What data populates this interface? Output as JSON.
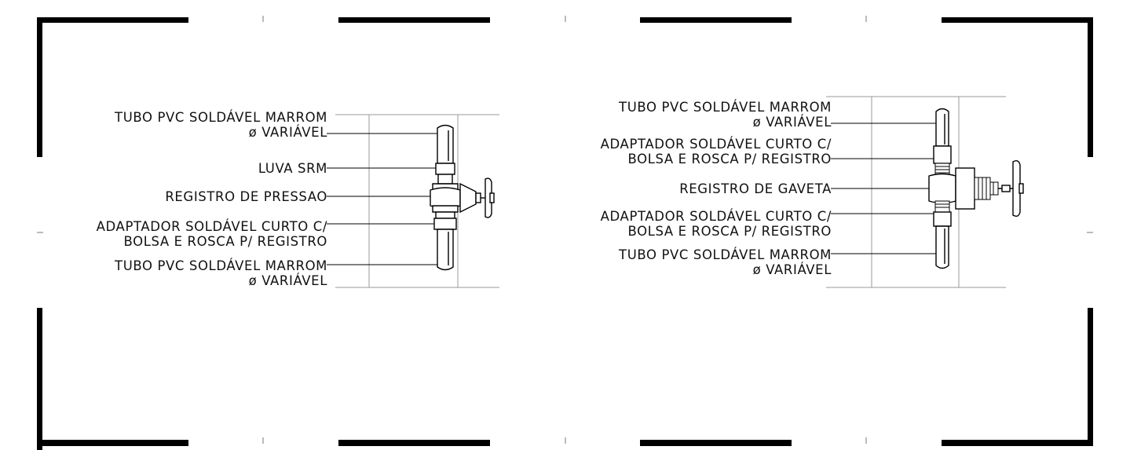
{
  "left_detail": {
    "labels": [
      {
        "line1": "TUBO PVC SOLDÁVEL MARROM",
        "line2": "ø VARIÁVEL"
      },
      {
        "line1": "LUVA SRM"
      },
      {
        "line1": "REGISTRO DE PRESSAO"
      },
      {
        "line1": "ADAPTADOR SOLDÁVEL CURTO C/",
        "line2": "BOLSA E ROSCA P/ REGISTRO"
      },
      {
        "line1": "TUBO PVC SOLDÁVEL MARROM",
        "line2": "ø VARIÁVEL"
      }
    ]
  },
  "right_detail": {
    "labels": [
      {
        "line1": "TUBO PVC SOLDÁVEL MARROM",
        "line2": "ø VARIÁVEL"
      },
      {
        "line1": "ADAPTADOR SOLDÁVEL CURTO C/",
        "line2": "BOLSA E ROSCA P/ REGISTRO"
      },
      {
        "line1": "REGISTRO DE GAVETA"
      },
      {
        "line1": "ADAPTADOR SOLDÁVEL CURTO C/",
        "line2": "BOLSA E ROSCA P/ REGISTRO"
      },
      {
        "line1": "TUBO PVC SOLDÁVEL MARROM",
        "line2": "ø VARIÁVEL"
      }
    ]
  }
}
